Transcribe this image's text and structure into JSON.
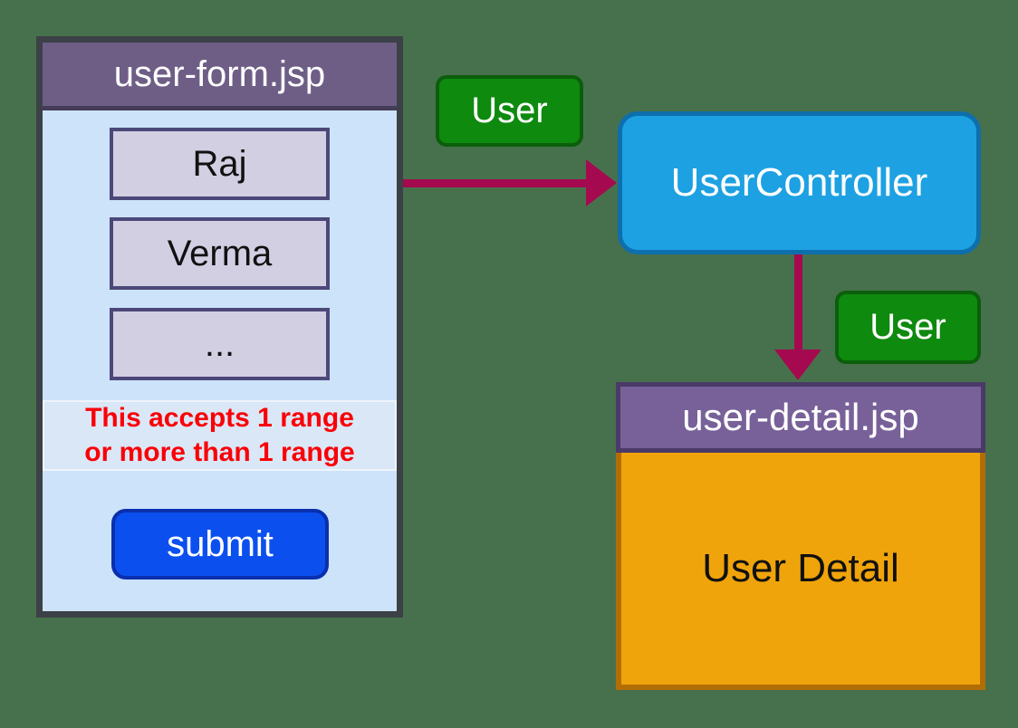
{
  "colors": {
    "background": "#47714c",
    "arrow": "#a50a50",
    "badge_green": "#0e8a0e",
    "controller_blue": "#1da1e2",
    "detail_orange": "#f0a40b",
    "form_header_purple": "#6e5e86",
    "detail_header_purple": "#786199",
    "form_body_blue": "#cde3fa",
    "field_lavender": "#d3cfe3",
    "note_red": "#fa0107",
    "submit_blue": "#0b50ee"
  },
  "user_form": {
    "title": "user-form.jsp",
    "fields": [
      "Raj",
      "Verma",
      "..."
    ],
    "note": {
      "line1": "This accepts 1 range",
      "line2": "or more than 1 range"
    },
    "submit_label": "submit"
  },
  "flow": {
    "form_to_controller": {
      "label": "User"
    },
    "controller_to_detail": {
      "label": "User"
    }
  },
  "controller": {
    "label": "UserController"
  },
  "user_detail": {
    "title": "user-detail.jsp",
    "content": "User Detail"
  }
}
